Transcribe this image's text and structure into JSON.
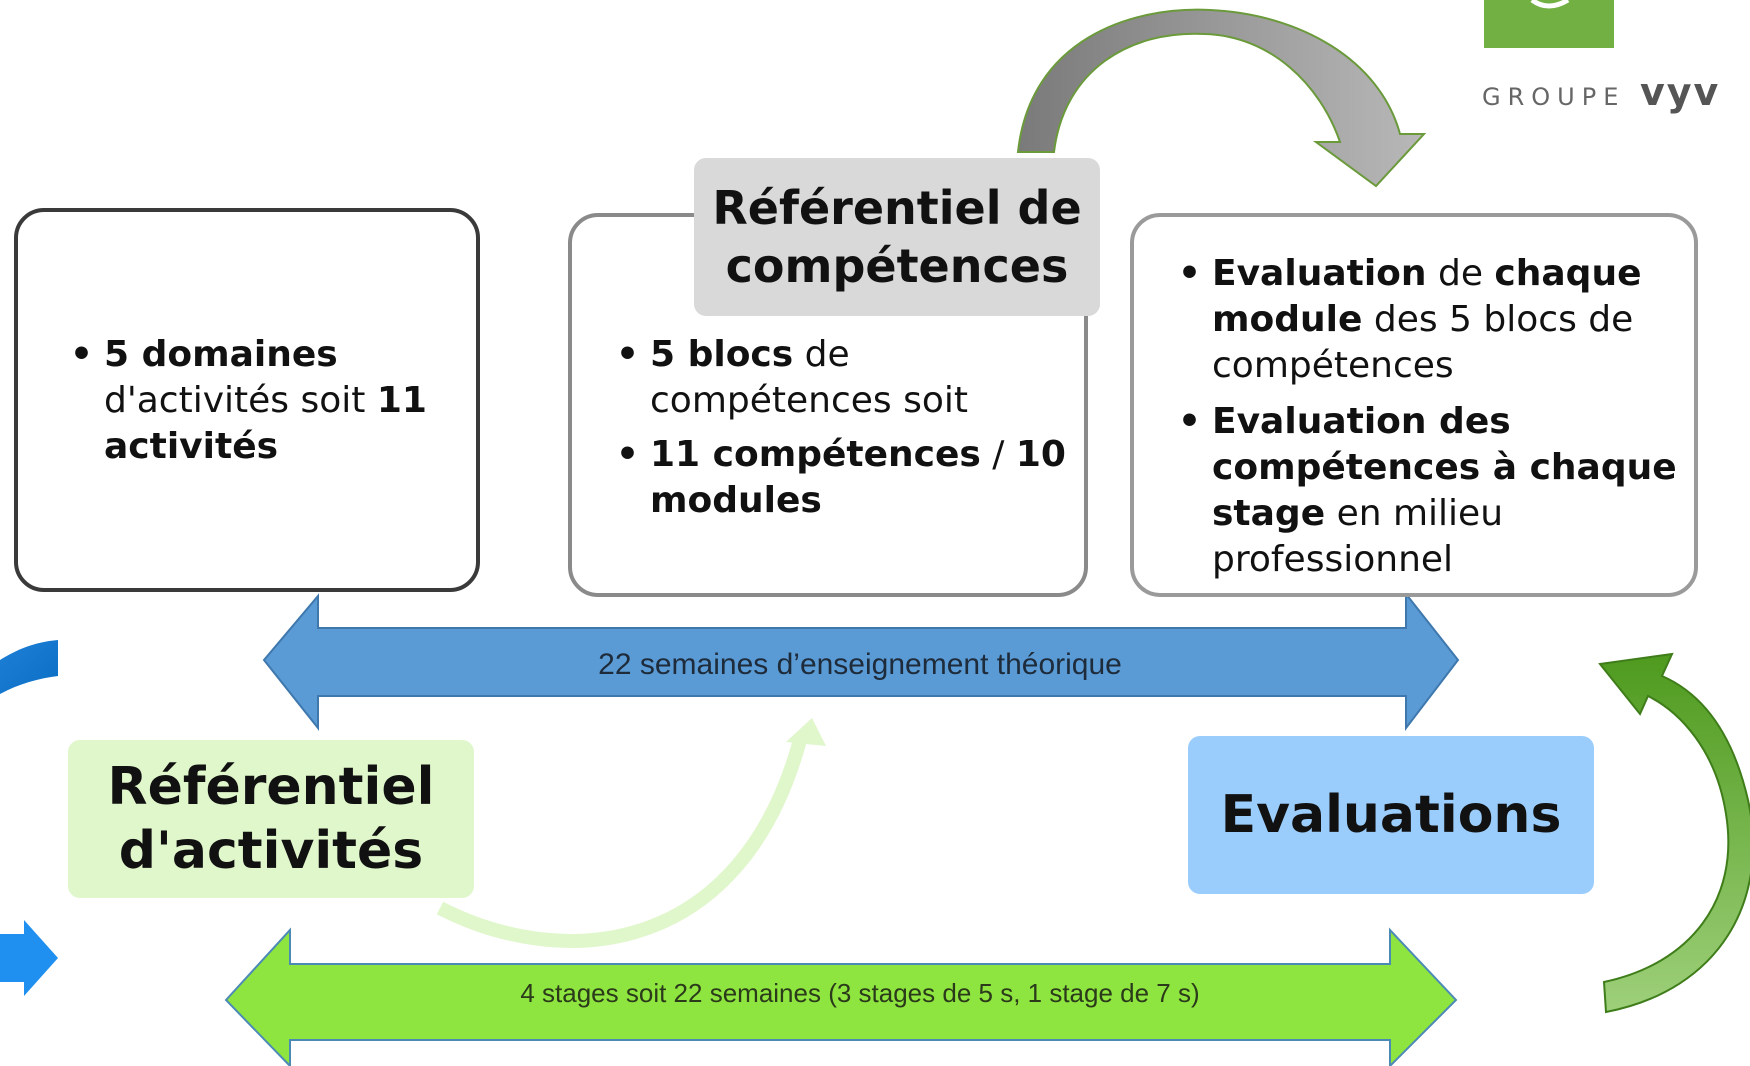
{
  "logo": {
    "group_text": "GROUPE",
    "brand_text": "vyv",
    "brand_color": "#72b043"
  },
  "card_activites": {
    "bullets": [
      {
        "parts": [
          {
            "text": "5 domaines",
            "bold": true
          },
          {
            "text": " d'activités soit ",
            "bold": false
          },
          {
            "text": "11 activités",
            "bold": true
          }
        ]
      }
    ]
  },
  "card_competences": {
    "title": "Référentiel de compétences",
    "bullets": [
      {
        "parts": [
          {
            "text": "5 blocs",
            "bold": true
          },
          {
            "text": " de compétences soit",
            "bold": false
          }
        ]
      },
      {
        "parts": [
          {
            "text": "11 compétences",
            "bold": true
          },
          {
            "text": " / ",
            "bold": false
          },
          {
            "text": "10 modules",
            "bold": true
          }
        ]
      }
    ]
  },
  "card_evaluations": {
    "bullets": [
      {
        "parts": [
          {
            "text": "Evaluation",
            "bold": true
          },
          {
            "text": " de ",
            "bold": false
          },
          {
            "text": "chaque module",
            "bold": true
          },
          {
            "text": " des 5 blocs de compétences",
            "bold": false
          }
        ]
      },
      {
        "parts": [
          {
            "text": "Evaluation des compétences à chaque stage",
            "bold": true
          },
          {
            "text": " en milieu professionnel",
            "bold": false
          }
        ]
      }
    ]
  },
  "boxes": {
    "activites": "Référentiel d'activités",
    "evaluations": "Evaluations"
  },
  "arrows": {
    "theorie": "22 semaines d’enseignement théorique",
    "stages": "4 stages soit 22 semaines (3 stages de 5 s, 1 stage de 7 s)"
  },
  "colors": {
    "blue_arrow": "#5b9bd5",
    "green_arrow": "#8fe53f",
    "activites_box": "#e0f6cb",
    "evaluations_box": "#9bcdfc",
    "competences_box": "#d9d9d9"
  }
}
